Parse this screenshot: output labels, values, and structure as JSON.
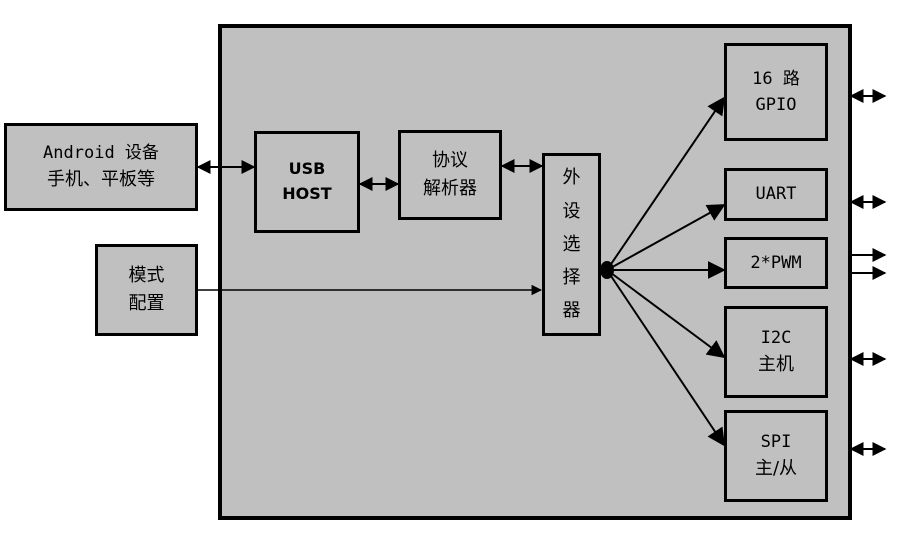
{
  "chip": {
    "label": ""
  },
  "android": {
    "line1": "Android 设备",
    "line2": "手机、平板等"
  },
  "mode": {
    "line1": "模式",
    "line2": "配置"
  },
  "usb": {
    "line1": "USB",
    "line2": "HOST"
  },
  "protocol": {
    "line1": "协议",
    "line2": "解析器"
  },
  "selector": {
    "chars": [
      "外",
      "设",
      "选",
      "择",
      "器"
    ]
  },
  "gpio": {
    "line1": "16 路",
    "line2": "GPIO"
  },
  "uart": {
    "line1": "UART"
  },
  "pwm": {
    "line1": "2*PWM"
  },
  "i2c": {
    "line1": "I2C",
    "line2": "主机"
  },
  "spi": {
    "line1": "SPI",
    "line2": "主/从"
  },
  "colors": {
    "box_fill": "#c0c0c0",
    "line": "#000000",
    "background": "#ffffff"
  }
}
